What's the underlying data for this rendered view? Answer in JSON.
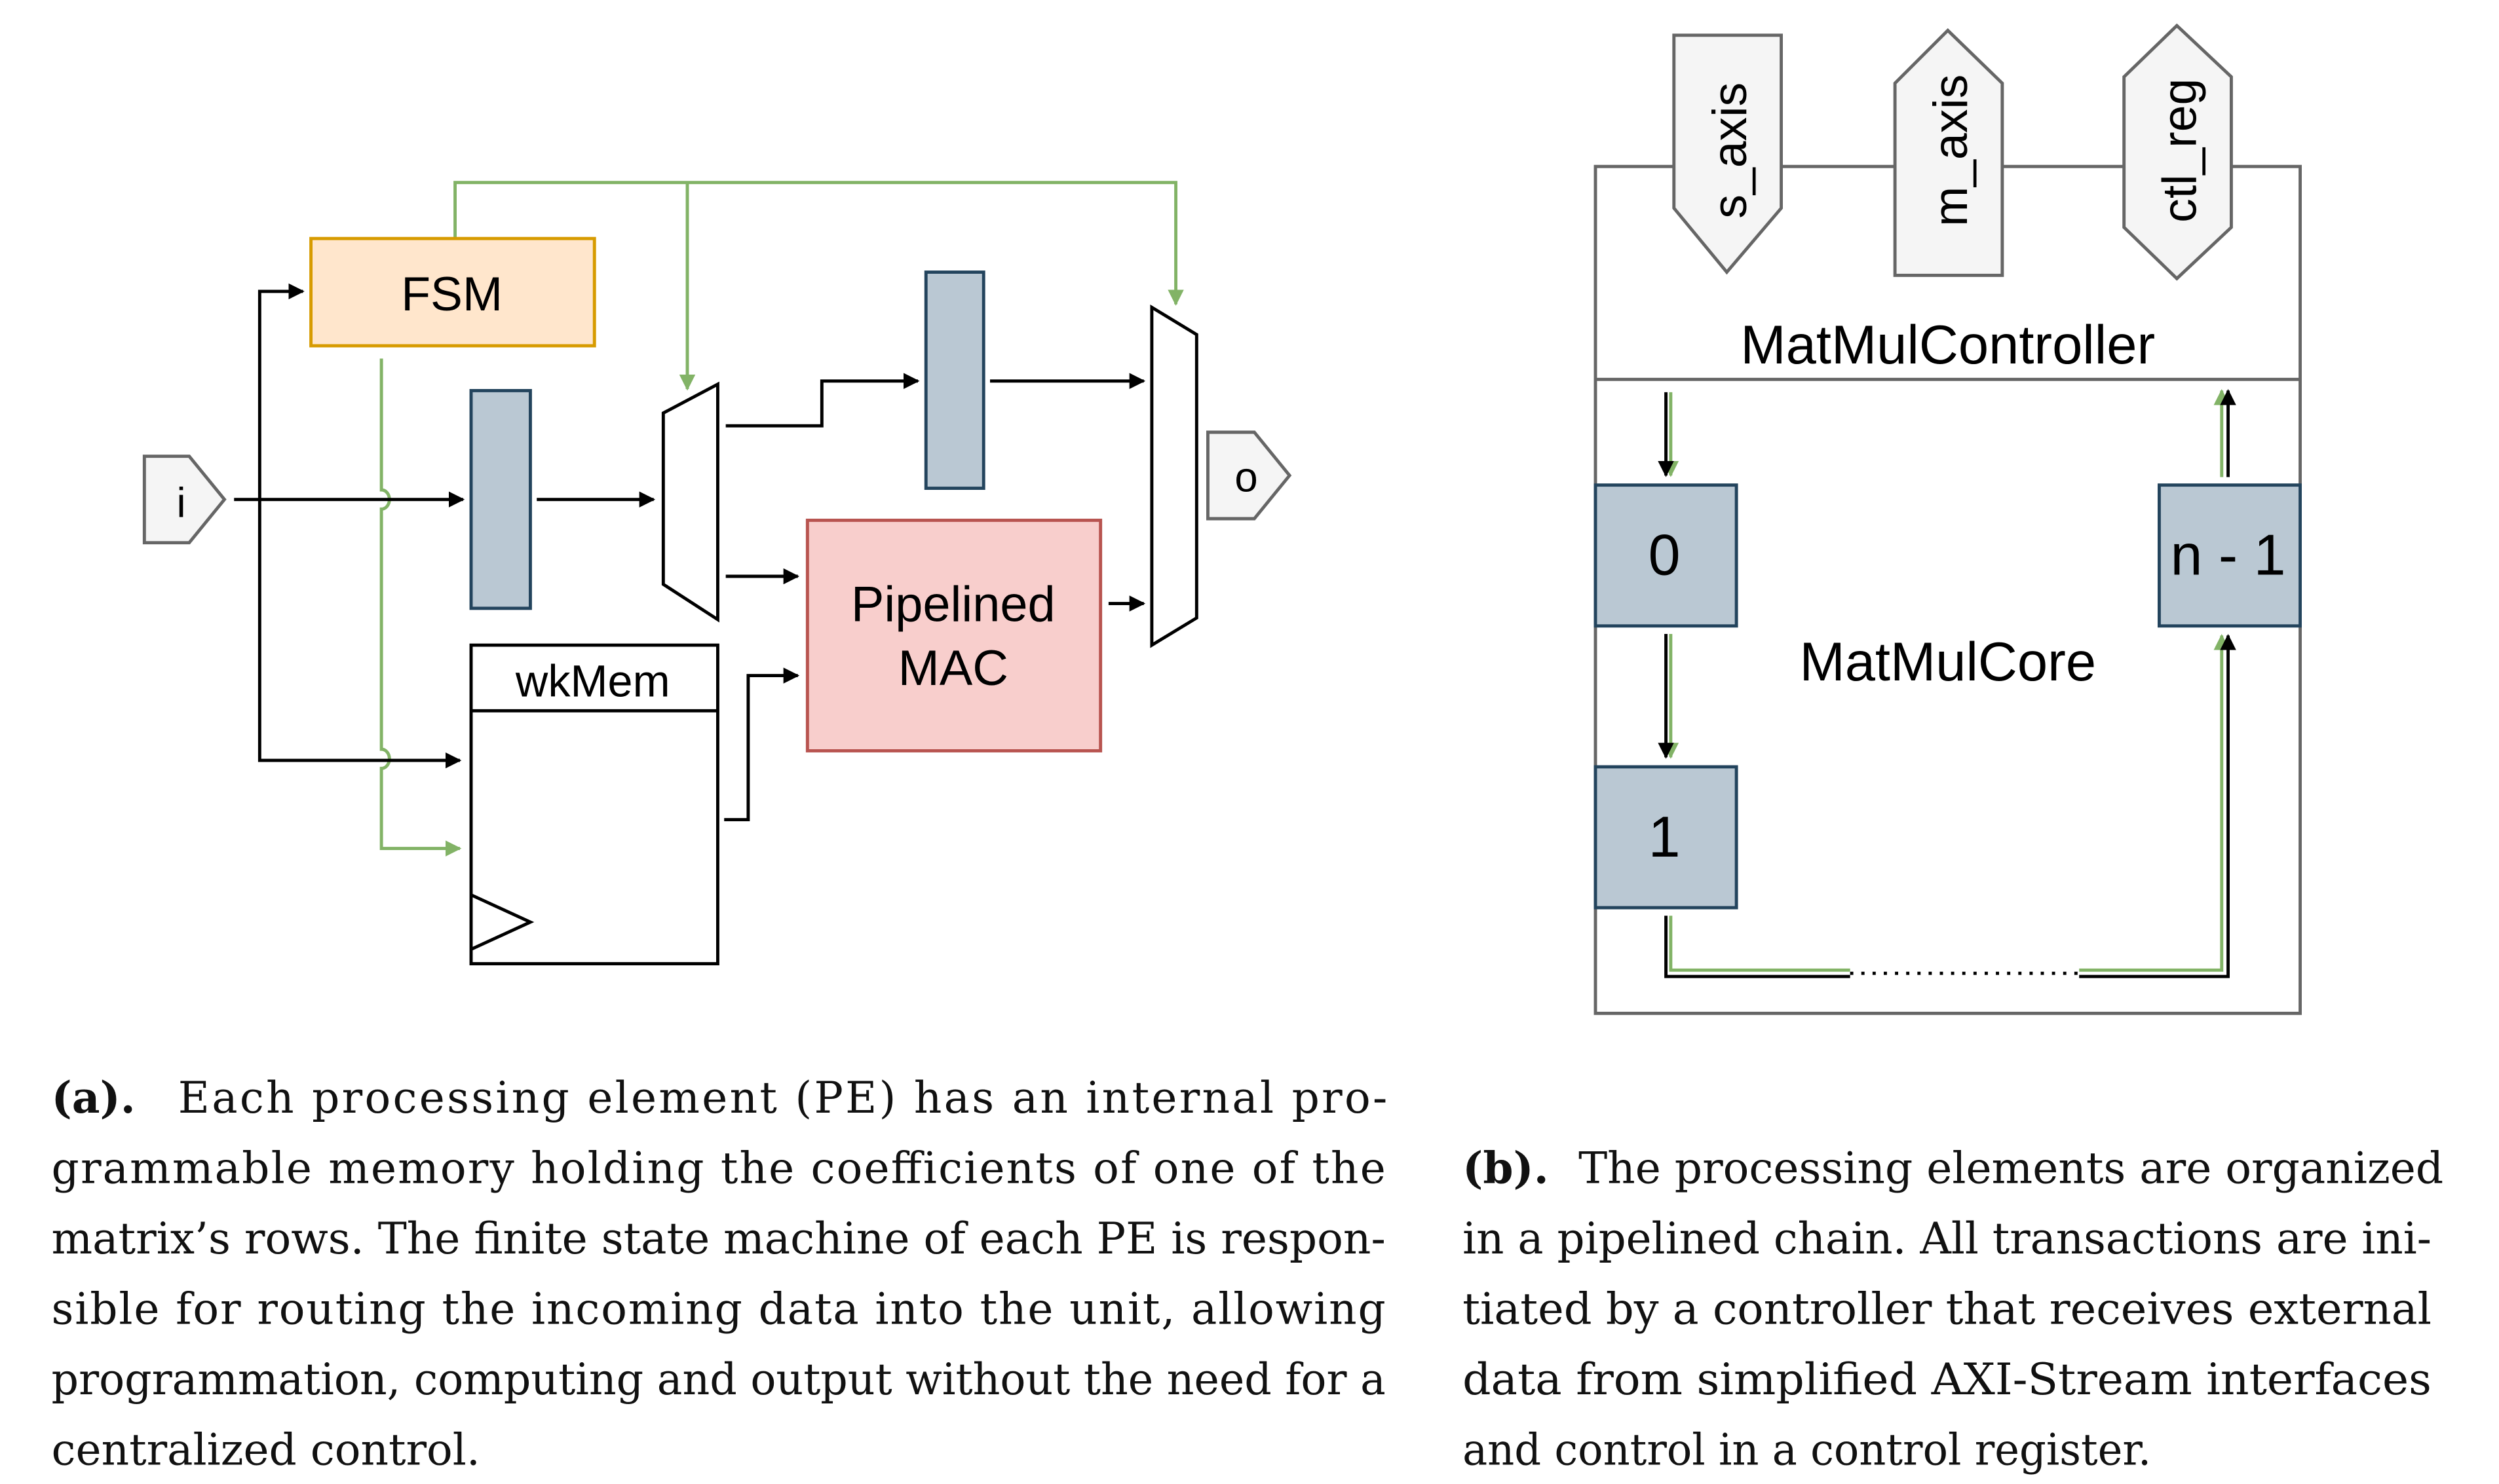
{
  "figure_a": {
    "input_port": "i",
    "output_port": "o",
    "fsm_label": "FSM",
    "memory_label": "wkMem",
    "mac_label_line1": "Pipelined",
    "mac_label_line2": "MAC",
    "caption_label": "(a).",
    "caption_lines": [
      "Each processing element (PE) has an internal pro-",
      "grammable memory holding the coefficients of one of the",
      "matrix’s rows. The finite state machine of each PE is respon-",
      "sible for routing the incoming data into the unit, allowing",
      "programmation, computing and output without the need for a",
      "centralized control."
    ]
  },
  "figure_b": {
    "ports": [
      "s_axis",
      "m_axis",
      "ctl_reg"
    ],
    "controller_label": "MatMulController",
    "core_label": "MatMulCore",
    "pe_labels": [
      "0",
      "1",
      "n - 1"
    ],
    "caption_label": "(b).",
    "caption_lines": [
      "The processing elements are organized",
      "in a pipelined chain. All transactions are ini-",
      "tiated by a controller that receives external",
      "data from simplified AXI-Stream interfaces",
      "and control in a control register."
    ]
  },
  "colors": {
    "control_green": "#82b366",
    "fsm_fill": "#ffe6cc",
    "fsm_stroke": "#d79b00",
    "mac_fill": "#f8cecc",
    "mac_stroke": "#b85450",
    "register_fill": "#bac8d3",
    "register_stroke": "#23445d",
    "port_fill": "#f5f5f5",
    "port_stroke": "#666666"
  }
}
